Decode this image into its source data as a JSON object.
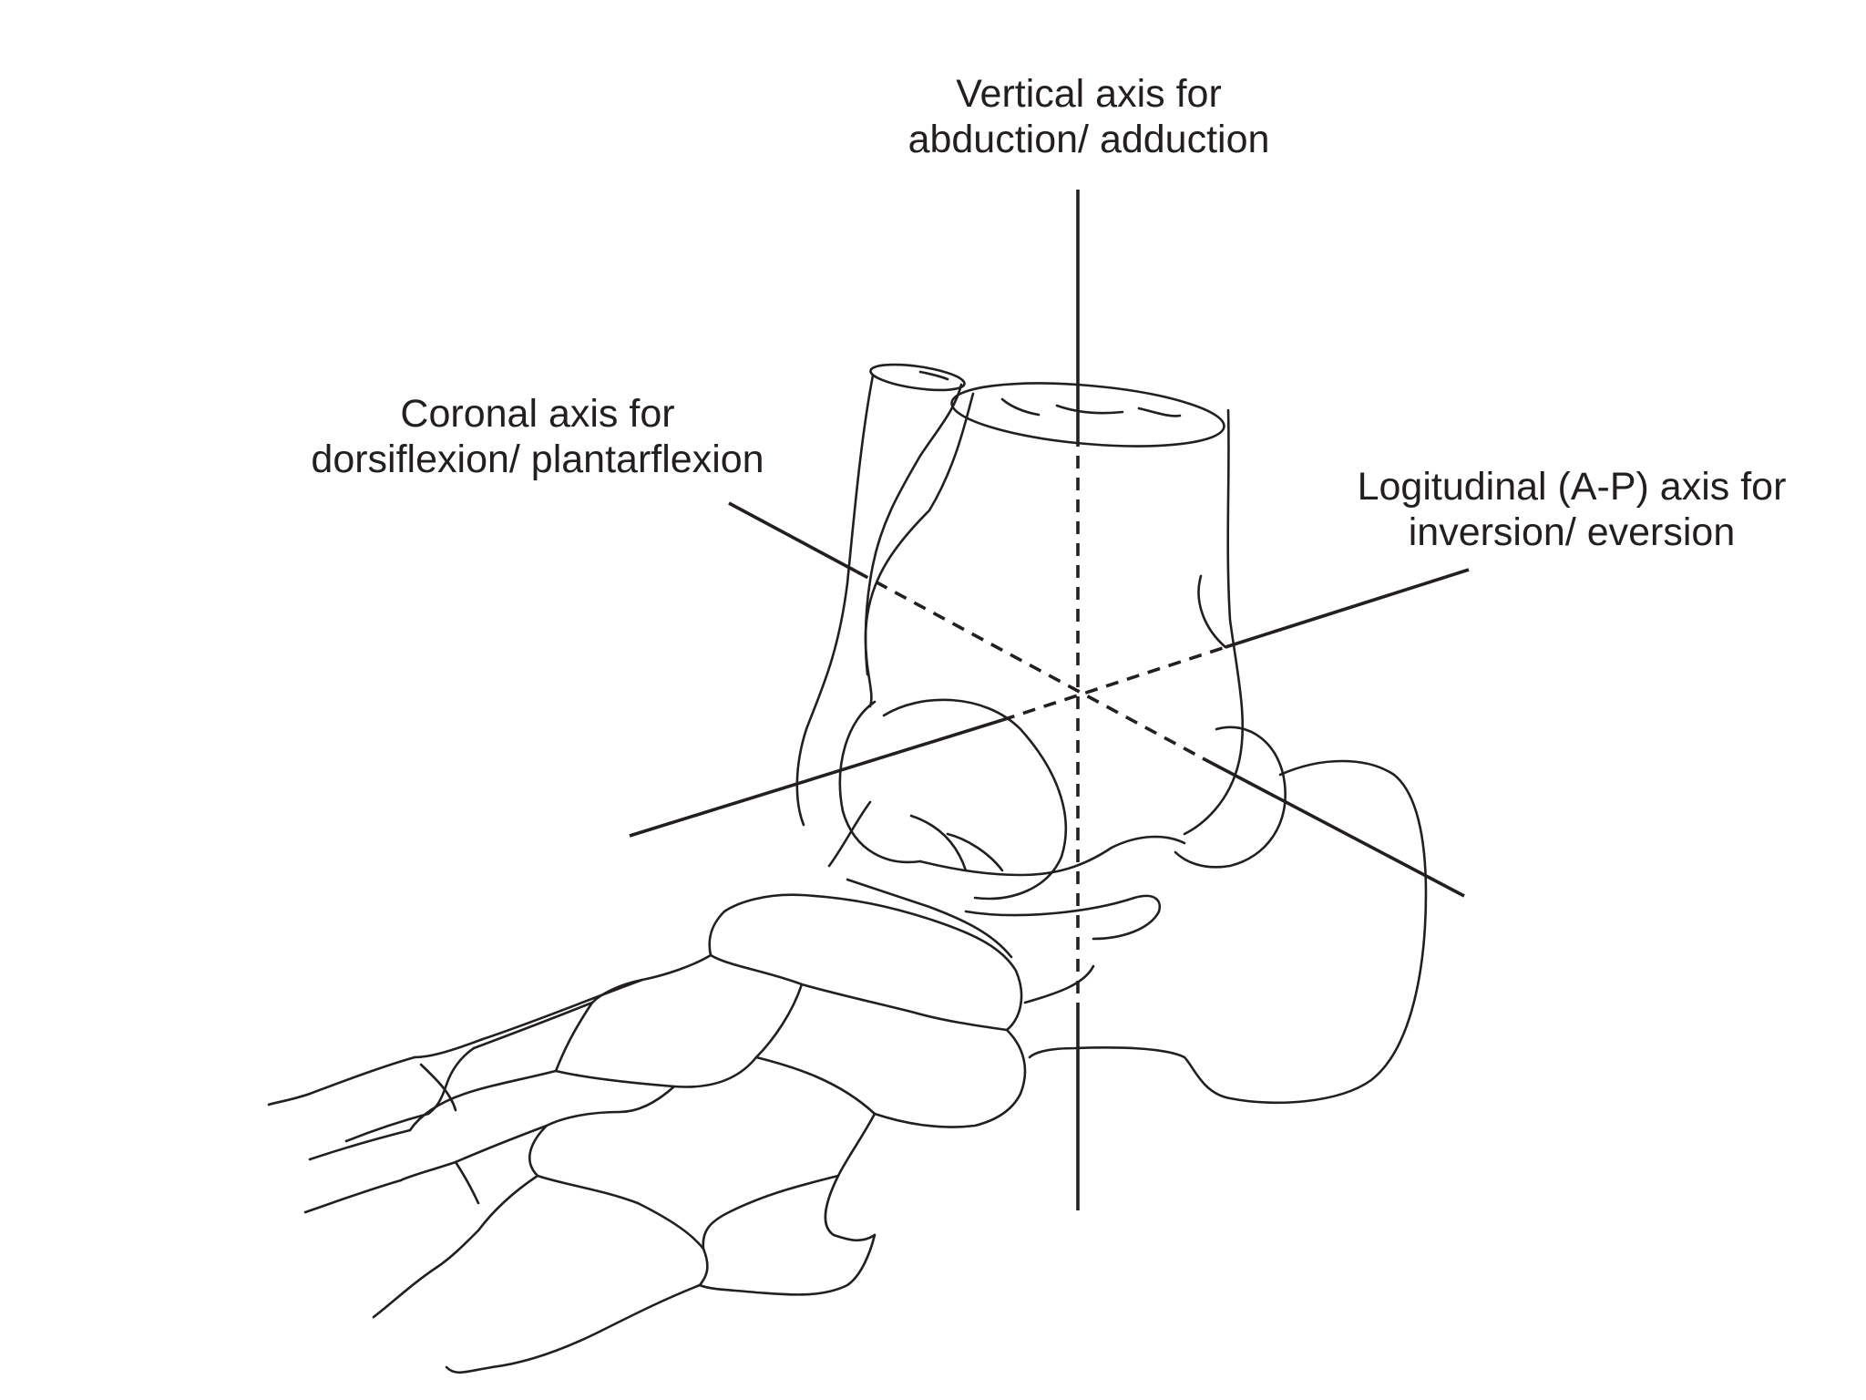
{
  "labels": {
    "vertical_axis": {
      "line1": "Vertical axis for",
      "line2": "abduction/ adduction"
    },
    "coronal_axis": {
      "line1": "Coronal axis for",
      "line2": "dorsiflexion/ plantarflexion"
    },
    "longitudinal_axis": {
      "line1": "Logitudinal (A-P) axis for",
      "line2": "inversion/ eversion"
    }
  },
  "colors": {
    "ink": "#231f20",
    "background": "#ffffff"
  }
}
